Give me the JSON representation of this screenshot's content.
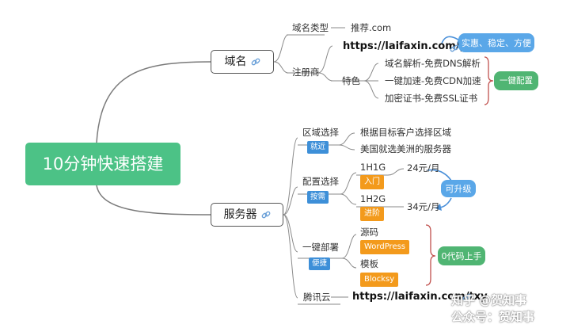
{
  "root": {
    "title": "10分钟快速搭建"
  },
  "domain": {
    "title": "域名",
    "type_label": "域名类型",
    "type_value": "推荐.com",
    "registrar_label": "注册商",
    "registrar_url": "https://laifaxin.com/ym",
    "registrar_note": "实惠、稳定、方便",
    "features_label": "特色",
    "features": [
      "域名解析-免费DNS解析",
      "一键加速-免费CDN加速",
      "加密证书-免费SSL证书"
    ],
    "features_summary": "一键配置"
  },
  "server": {
    "title": "服务器",
    "region": {
      "label": "区域选择",
      "tag": "就近",
      "items": [
        "根据目标客户选择区域",
        "美国就选美洲的服务器"
      ]
    },
    "config": {
      "label": "配置选择",
      "tag": "按需",
      "options": [
        {
          "name": "1H1G",
          "tag": "入门",
          "price": "24元/月"
        },
        {
          "name": "1H2G",
          "tag": "进阶",
          "price": "34元/月"
        }
      ],
      "note": "可升级"
    },
    "deploy": {
      "label": "一键部署",
      "tag": "便捷",
      "groups": [
        {
          "name": "源码",
          "value": "WordPress"
        },
        {
          "name": "模板",
          "value": "Blocksy"
        }
      ],
      "note": "0代码上手"
    },
    "tencent": {
      "label": "腾讯云",
      "url": "https://laifaxin.com/txy"
    }
  },
  "watermark": {
    "line1": "知乎 @贺知事",
    "line2": "公众号：贺知事"
  },
  "colors": {
    "root": "#4cc286",
    "tag_blue": "#3d8fd8",
    "tag_orange": "#f39a1c",
    "pill_blue": "#5aa7e8",
    "pill_green": "#50b573",
    "brace_red": "#c0504d",
    "line_gray": "#777777"
  }
}
